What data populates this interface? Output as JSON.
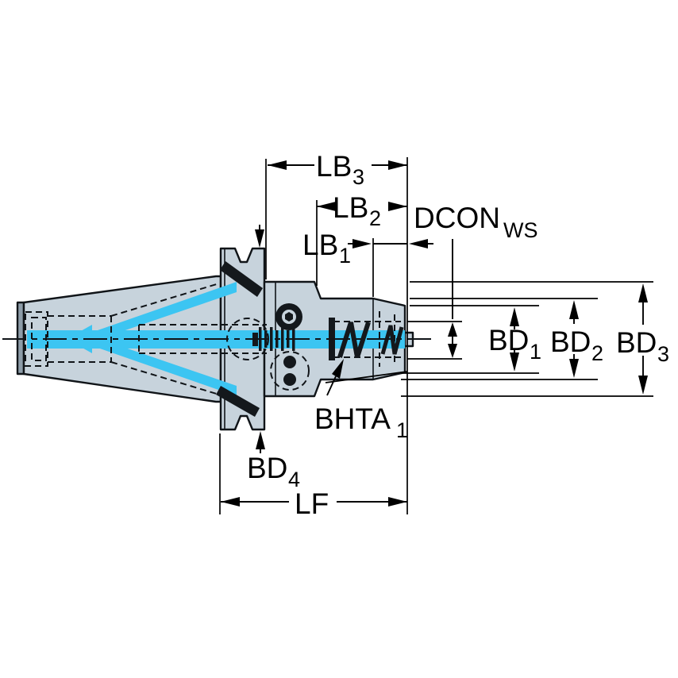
{
  "figure": {
    "kind": "technical-dimension-drawing",
    "subject": "taper-shank toolholder side view with coolant channel"
  },
  "labels": {
    "lb3": {
      "base": "LB",
      "sub": "3"
    },
    "lb2": {
      "base": "LB",
      "sub": "2"
    },
    "lb1": {
      "base": "LB",
      "sub": "1"
    },
    "dconws": {
      "base": "DCON",
      "sub": "WS"
    },
    "bd1": {
      "base": "BD",
      "sub": "1"
    },
    "bd2": {
      "base": "BD",
      "sub": "2"
    },
    "bd3": {
      "base": "BD",
      "sub": "3"
    },
    "bd4": {
      "base": "BD",
      "sub": "4"
    },
    "bhta1": {
      "base": "BHTA",
      "sub": "1"
    },
    "lf": {
      "base": "LF"
    }
  },
  "colors": {
    "body": "#c7d3dc",
    "body_dark": "#8e9da9",
    "coolant": "#3cc5f2",
    "line": "#000000",
    "background": "#ffffff"
  }
}
